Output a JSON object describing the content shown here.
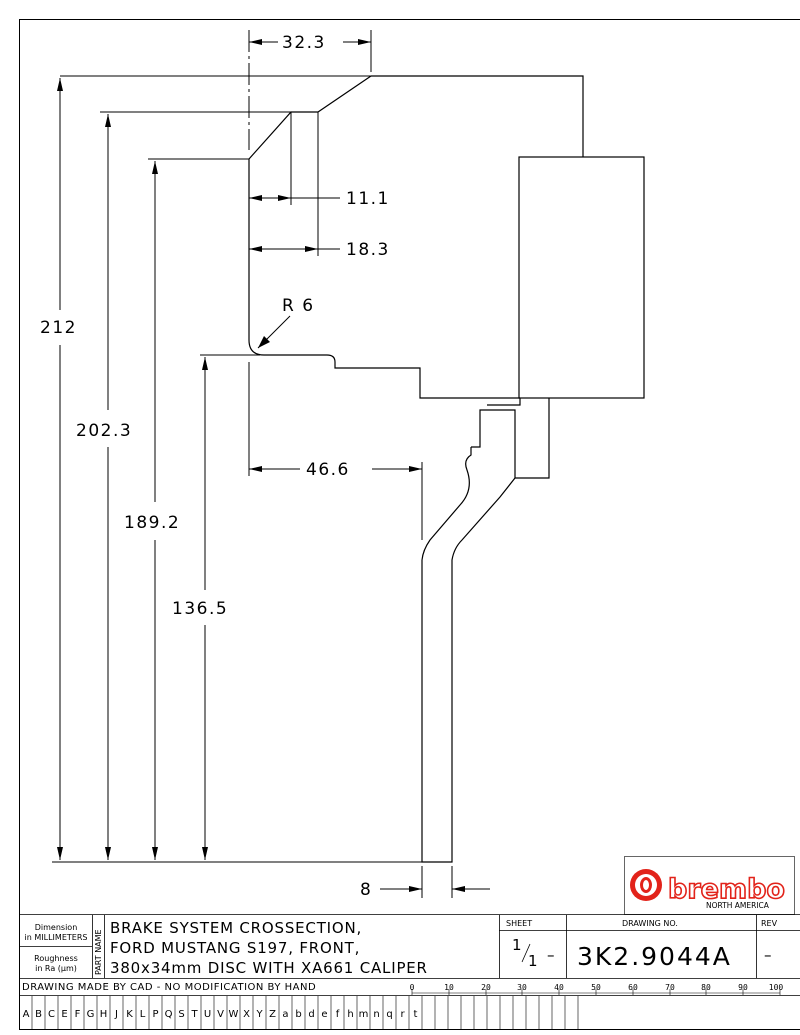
{
  "dimensions": {
    "top_width": "32.3",
    "chamfer_inner": "11.1",
    "chamfer_outer": "18.3",
    "radius": "R 6",
    "height_total": "212",
    "height_2": "202.3",
    "height_3": "189.2",
    "height_4": "136.5",
    "offset": "46.6",
    "thickness": "8"
  },
  "logo": {
    "brand": "brembo",
    "sub": "NORTH AMERICA",
    "color": "#e2231a"
  },
  "title_block": {
    "dimension_label_1": "Dimension",
    "dimension_label_2": "in MILLIMETERS",
    "roughness_label_1": "Roughness",
    "roughness_label_2": "in Ra (µm)",
    "part_name_label": "PART NAME",
    "title_line_1": "BRAKE SYSTEM CROSSECTION,",
    "title_line_2": "FORD MUSTANG S197, FRONT,",
    "title_line_3": "380x34mm DISC WITH XA661 CALIPER",
    "sheet_label": "SHEET",
    "sheet_num": "1",
    "sheet_total": "1",
    "sheet_dash": "–",
    "drawing_no_label": "DRAWING NO.",
    "drawing_no": "3K2.9044A",
    "rev_label": "REV",
    "rev": "–",
    "cad_note": "DRAWING MADE BY CAD - NO MODIFICATION BY HAND",
    "scale_ticks": [
      "0",
      "10",
      "20",
      "30",
      "40",
      "50",
      "60",
      "70",
      "80",
      "90",
      "100"
    ],
    "grid_letters": [
      "A",
      "B",
      "C",
      "E",
      "F",
      "G",
      "H",
      "J",
      "K",
      "L",
      "P",
      "Q",
      "S",
      "T",
      "U",
      "V",
      "W",
      "X",
      "Y",
      "Z",
      "a",
      "b",
      "d",
      "e",
      "f",
      "h",
      "m",
      "n",
      "q",
      "r",
      "t"
    ]
  }
}
